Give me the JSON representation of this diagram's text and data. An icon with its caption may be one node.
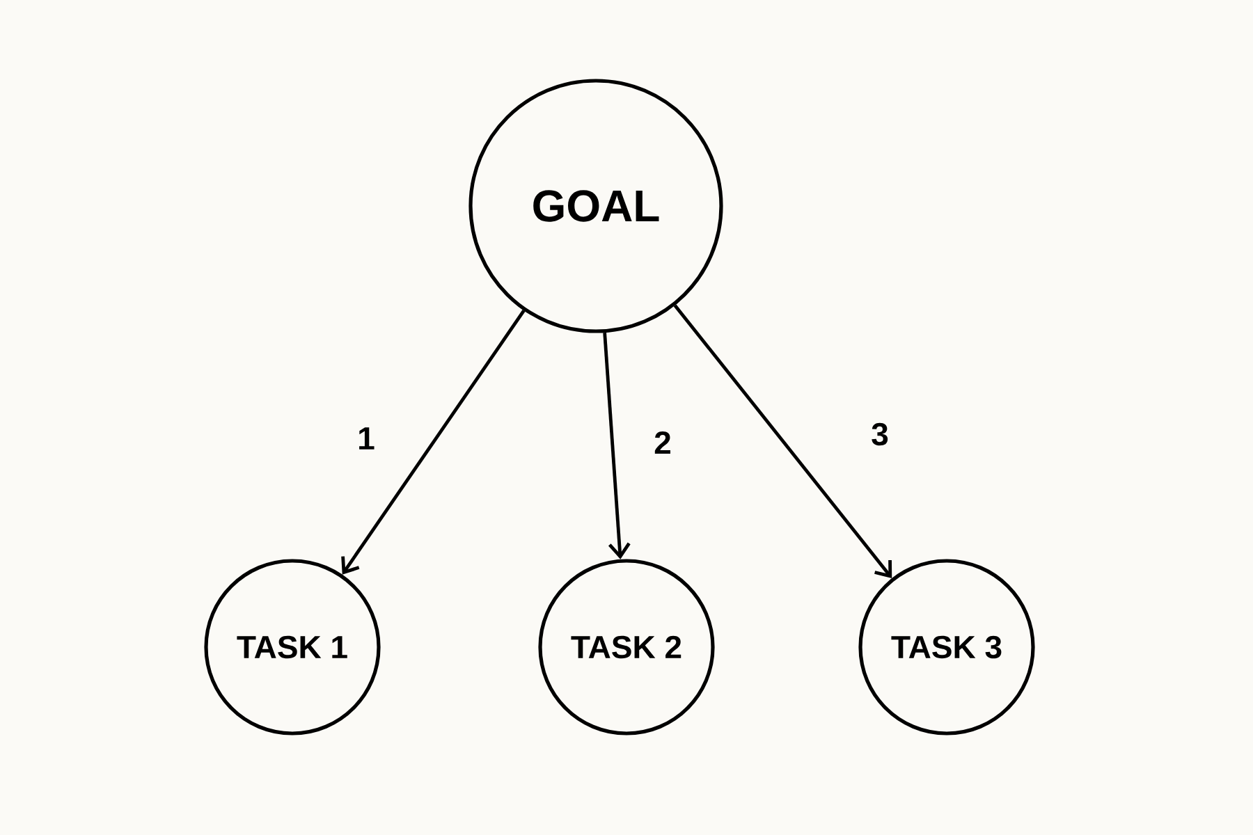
{
  "diagram": {
    "nodes": [
      {
        "text": [
          "GOAL"
        ]
      },
      {
        "text": [
          "TASK 1"
        ]
      },
      {
        "text": [
          "TASK 2"
        ]
      },
      {
        "text": [
          "TASK 3"
        ]
      }
    ],
    "edges": [
      {
        "from": 0,
        "to": 1,
        "arrow": "to",
        "label": "1"
      },
      {
        "from": 0,
        "to": 2,
        "arrow": "to",
        "label": "2"
      },
      {
        "from": 0,
        "to": 3,
        "arrow": "to",
        "label": "3"
      }
    ]
  }
}
